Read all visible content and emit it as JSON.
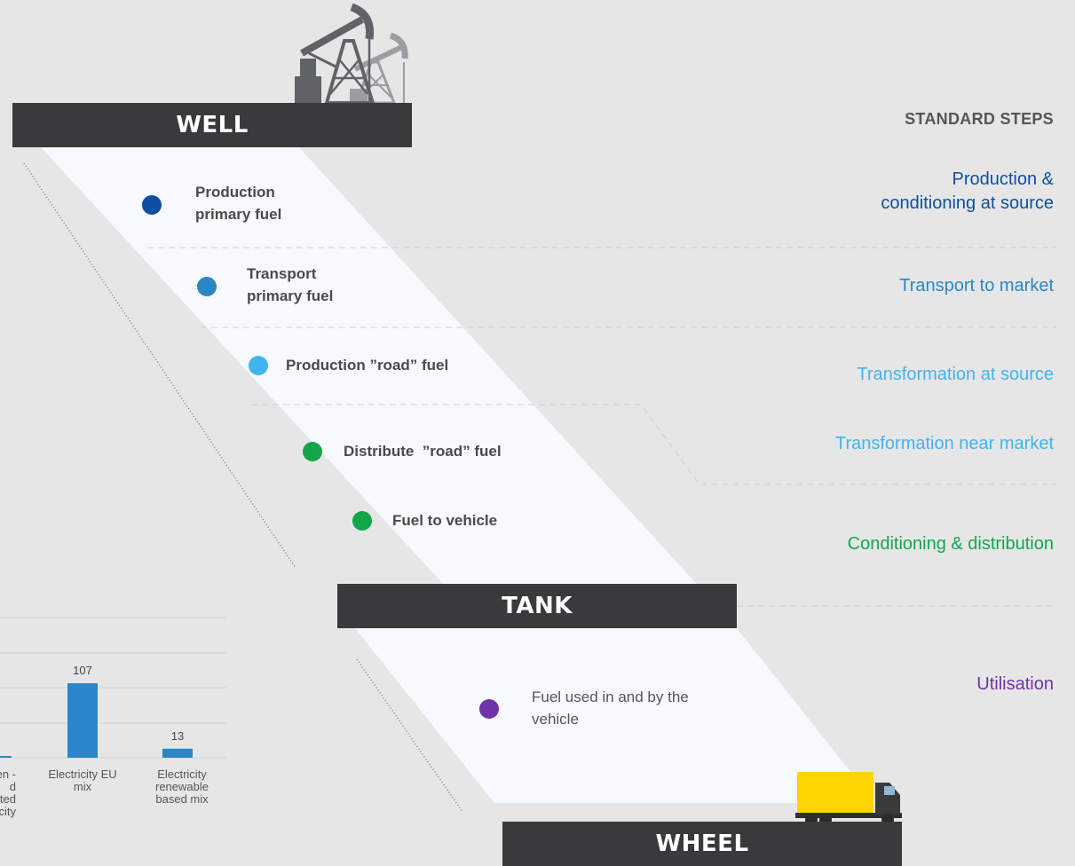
{
  "stages": {
    "well": "WELL",
    "tank": "TANK",
    "wheel": "WHEEL"
  },
  "steps": [
    {
      "label": "Production\nprimary fuel",
      "color": "#0d4fa3"
    },
    {
      "label": "Transport\nprimary fuel",
      "color": "#2a86c8"
    },
    {
      "label": "Production ”road” fuel",
      "color": "#3fb4ef"
    },
    {
      "label": "Distribute  ”road” fuel",
      "color": "#12a64a"
    },
    {
      "label": "Fuel to vehicle",
      "color": "#12a64a"
    },
    {
      "label": "Fuel used in and by the\nvehicle",
      "color": "#7133a8"
    }
  ],
  "standard_steps": {
    "title": "STANDARD STEPS",
    "items": [
      {
        "label": "Production &\nconditioning at source",
        "color": "#0d4fa3"
      },
      {
        "label": "Transport to market",
        "color": "#2a86c8"
      },
      {
        "label": "Transformation at source",
        "color": "#3fb4ef"
      },
      {
        "label": "Transformation near market",
        "color": "#3fb4ef"
      },
      {
        "label": "Conditioning & distribution",
        "color": "#12a64a"
      },
      {
        "label": "Utilisation",
        "color": "#7133a8"
      }
    ]
  },
  "chart_data": {
    "type": "bar",
    "categories": [
      "en -\nd\nted\ncity",
      "Electricity EU\nmix",
      "Electricity\nrenewable\nbased mix"
    ],
    "values": [
      null,
      107,
      13
    ],
    "value_labels": [
      "",
      "107",
      "13"
    ],
    "bar_color": "#2a86c8"
  },
  "icons": {
    "pumpjack": "oil-pumpjack-icon",
    "truck": "truck-icon"
  }
}
